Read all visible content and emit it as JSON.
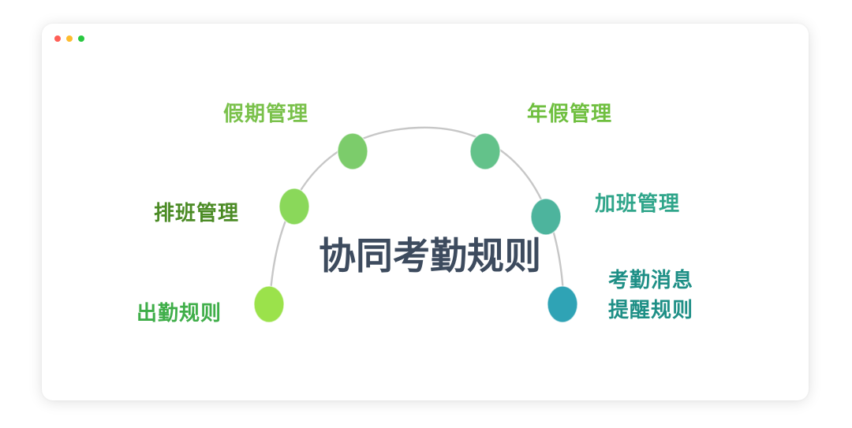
{
  "window": {
    "controls": [
      {
        "name": "close",
        "color": "#ff5f57"
      },
      {
        "name": "minimize",
        "color": "#febc2e"
      },
      {
        "name": "maximize",
        "color": "#28c840"
      }
    ]
  },
  "diagram": {
    "title": "协同考勤规则",
    "title_color": "#3d4b5e",
    "arc_color": "#c7c7c7",
    "nodes": [
      {
        "label": "出勤规则",
        "node_color": "#9be24b",
        "label_color": "#3fae49"
      },
      {
        "label": "排班管理",
        "node_color": "#8ad85a",
        "label_color": "#4b8b25"
      },
      {
        "label": "假期管理",
        "node_color": "#7ccc6b",
        "label_color": "#7ac14b"
      },
      {
        "label": "年假管理",
        "node_color": "#63c28a",
        "label_color": "#6fbf3f"
      },
      {
        "label": "加班管理",
        "node_color": "#4db49d",
        "label_color": "#2fa58a"
      },
      {
        "label_lines": [
          "考勤消息",
          "提醒规则"
        ],
        "node_color": "#2fa3b5",
        "label_color": "#1e8f86"
      }
    ]
  }
}
